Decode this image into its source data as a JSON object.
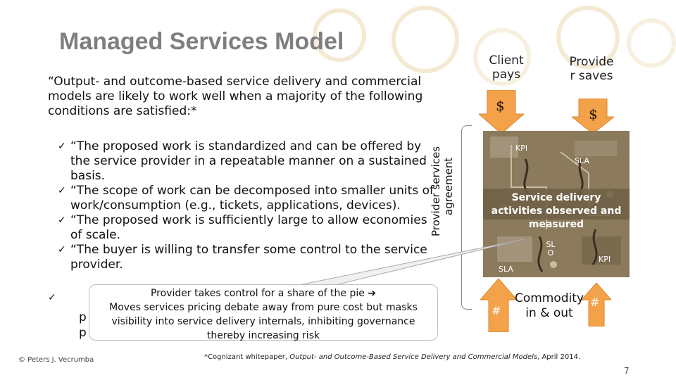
{
  "slide": {
    "title": "Managed Services Model",
    "intro": "“Output- and outcome-based service delivery and commercial models are likely to work well when a majority of the following conditions are satisfied:*",
    "bullet_mark": "✓",
    "bullets": [
      "“The proposed work is standardized and can be offered by the service provider in a repeatable manner on a sustained basis.",
      "“The scope of work can be decomposed into smaller units of work/consumption (e.g., tickets, applications, devices).",
      "“The proposed work is sufficiently large to allow economies of scale.",
      "“The buyer is willing to transfer some control to the service provider."
    ],
    "bullet5_peek": [
      "p",
      "p"
    ],
    "vertical_label_1": "Provider services",
    "vertical_label_2": "agreement",
    "client_pays": "Client pays",
    "provider_saves": "Provide r saves",
    "dollar": "$",
    "kpi": "KPI",
    "sla": "SLA",
    "slo": "SL O",
    "service_delivery": "Service delivery activities observed and measured",
    "hash": "#",
    "commodity": "Commodity in & out",
    "callout": {
      "line1": "Provider takes control for a share of the pie ➔",
      "line2": "Moves services pricing debate away from pure cost but masks",
      "line3": "visibility into service delivery internals, inhibiting governance",
      "line4": "thereby increasing risk"
    },
    "copyright": "© Peters J. Vecrumba",
    "footnote_prefix": "*Cognizant whitepaper, ",
    "footnote_title": "Output- and Outcome-Based Service Delivery and Commercial Models",
    "footnote_suffix": ", April 2014.",
    "page_number": "7"
  },
  "colors": {
    "arrow_fill": "#f4a24a",
    "board": "#8c7a5c",
    "title": "#7f7f7f",
    "circle": "#f4e9d2"
  }
}
